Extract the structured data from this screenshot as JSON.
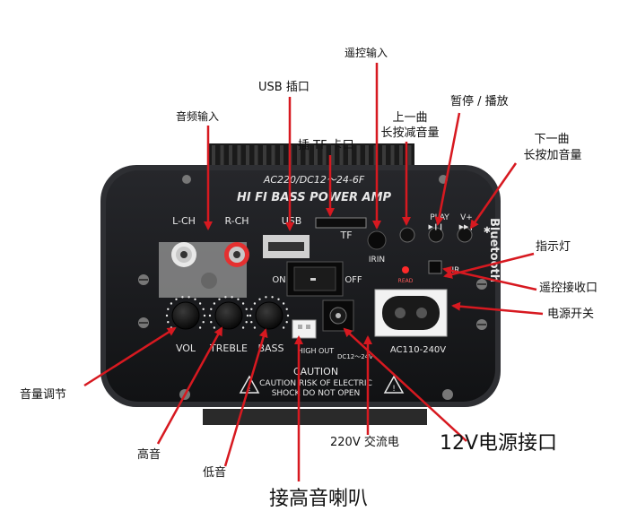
{
  "panel": {
    "power_spec": "AC220/DC12～24-6F",
    "model": "HI FI BASS POWER AMP",
    "jacks": {
      "lch": "L-CH",
      "rch": "R-CH",
      "usb": "USB",
      "tf": "TF",
      "irin": "IRIN"
    },
    "buttons": {
      "play": "PLAY",
      "vplus": "V+",
      "ir": "IR"
    },
    "led": "READ",
    "bluetooth": "Bluetooth",
    "switch": {
      "on": "ON",
      "off": "OFF"
    },
    "knobs": {
      "vol": "VOL",
      "treble": "TREBLE",
      "bass": "BASS"
    },
    "high_out": "HIGH OUT",
    "dc": "DC12～24V",
    "ac_range": "AC110-240V",
    "caution_title": "CAUTION",
    "caution_line1": "CAUTION RISK OF ELECTRIC",
    "caution_line2": "SHOCK DO NOT OPEN"
  },
  "callouts": {
    "audio_in": "音频输入",
    "usb_slot": "USB 插口",
    "tf_slot": "插 TF 卡口",
    "remote_in": "遥控输入",
    "prev_track": "上一曲",
    "prev_hold": "长按减音量",
    "pause_play": "暂停 / 播放",
    "next_track": "下一曲",
    "next_hold": "长按加音量",
    "indicator": "指示灯",
    "remote_receiver": "遥控接收口",
    "power_switch": "电源开关",
    "volume_adjust": "音量调节",
    "treble": "高音",
    "bass": "低音",
    "ac220": "220V 交流电",
    "dc12": "12V电源接口",
    "tweeter": "接高音喇叭"
  },
  "colors": {
    "arrow": "#d71920",
    "panel": "#1c1d20",
    "frame": "#3a3b3e",
    "print": "#e8e8e8",
    "red_led": "#ff2a2a"
  }
}
